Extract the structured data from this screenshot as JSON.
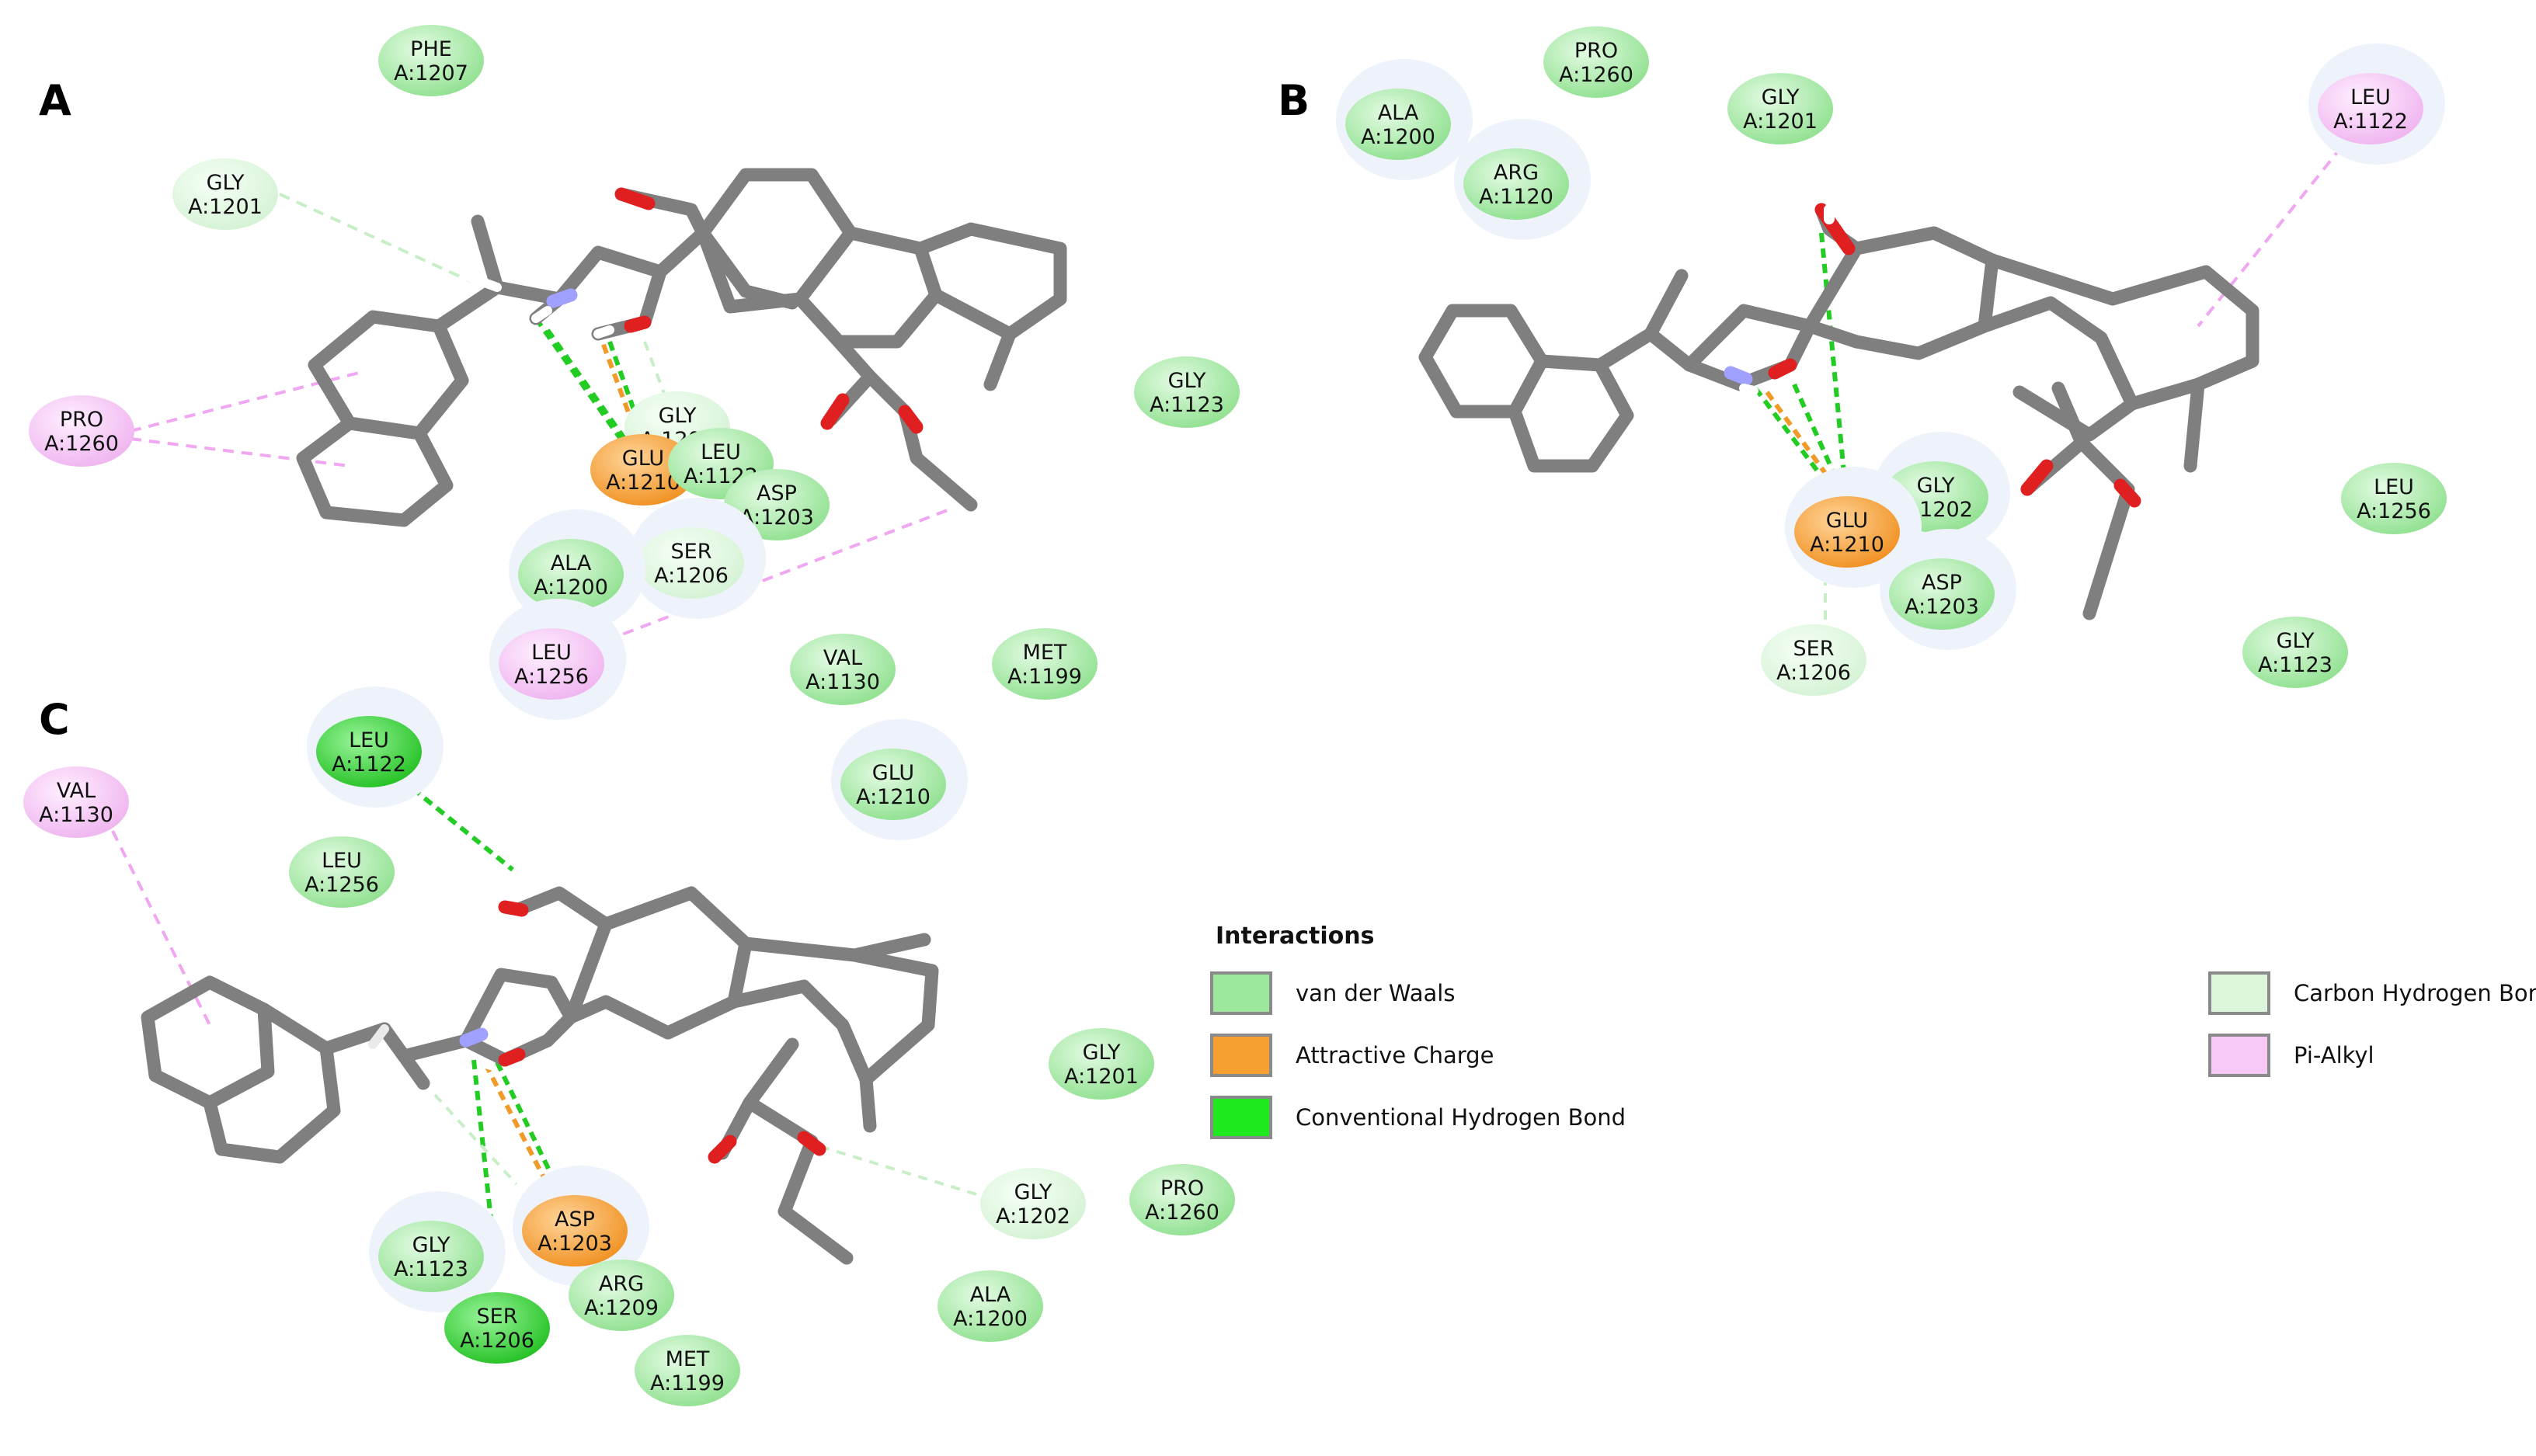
{
  "panels": [
    {
      "id": "A",
      "label": "A",
      "residues": [
        {
          "name": "PHE",
          "num": "A:1207",
          "type": "vdw"
        },
        {
          "name": "GLY",
          "num": "A:1201",
          "type": "chb"
        },
        {
          "name": "PRO",
          "num": "A:1260",
          "type": "pialkyl"
        },
        {
          "name": "GLY",
          "num": "A:1202",
          "type": "chb"
        },
        {
          "name": "GLU",
          "num": "A:1210",
          "type": "charge"
        },
        {
          "name": "LEU",
          "num": "A:1122",
          "type": "vdw"
        },
        {
          "name": "ASP",
          "num": "A:1203",
          "type": "vdw"
        },
        {
          "name": "SER",
          "num": "A:1206",
          "type": "chb"
        },
        {
          "name": "ALA",
          "num": "A:1200",
          "type": "vdw"
        },
        {
          "name": "LEU",
          "num": "A:1256",
          "type": "pialkyl"
        },
        {
          "name": "VAL",
          "num": "A:1130",
          "type": "vdw"
        },
        {
          "name": "MET",
          "num": "A:1199",
          "type": "vdw"
        },
        {
          "name": "GLY",
          "num": "A:1123",
          "type": "vdw"
        }
      ]
    },
    {
      "id": "B",
      "label": "B",
      "residues": [
        {
          "name": "PRO",
          "num": "A:1260",
          "type": "vdw"
        },
        {
          "name": "ALA",
          "num": "A:1200",
          "type": "vdw"
        },
        {
          "name": "GLY",
          "num": "A:1201",
          "type": "vdw"
        },
        {
          "name": "ARG",
          "num": "A:1120",
          "type": "vdw"
        },
        {
          "name": "LEU",
          "num": "A:1122",
          "type": "pialkyl"
        },
        {
          "name": "GLY",
          "num": "A:1202",
          "type": "vdw"
        },
        {
          "name": "GLU",
          "num": "A:1210",
          "type": "charge"
        },
        {
          "name": "ASP",
          "num": "A:1203",
          "type": "vdw"
        },
        {
          "name": "SER",
          "num": "A:1206",
          "type": "chb"
        },
        {
          "name": "LEU",
          "num": "A:1256",
          "type": "vdw"
        },
        {
          "name": "GLY",
          "num": "A:1123",
          "type": "vdw"
        }
      ]
    },
    {
      "id": "C",
      "label": "C",
      "residues": [
        {
          "name": "VAL",
          "num": "A:1130",
          "type": "pialkyl"
        },
        {
          "name": "LEU",
          "num": "A:1122",
          "type": "hbond"
        },
        {
          "name": "GLU",
          "num": "A:1210",
          "type": "vdw"
        },
        {
          "name": "LEU",
          "num": "A:1256",
          "type": "vdw"
        },
        {
          "name": "GLY",
          "num": "A:1201",
          "type": "vdw"
        },
        {
          "name": "GLY",
          "num": "A:1202",
          "type": "chb"
        },
        {
          "name": "PRO",
          "num": "A:1260",
          "type": "vdw"
        },
        {
          "name": "GLY",
          "num": "A:1123",
          "type": "vdw"
        },
        {
          "name": "ASP",
          "num": "A:1203",
          "type": "charge"
        },
        {
          "name": "SER",
          "num": "A:1206",
          "type": "hbond"
        },
        {
          "name": "ARG",
          "num": "A:1209",
          "type": "vdw"
        },
        {
          "name": "MET",
          "num": "A:1199",
          "type": "vdw"
        },
        {
          "name": "ALA",
          "num": "A:1200",
          "type": "vdw"
        }
      ]
    }
  ],
  "legend": {
    "title": "Interactions",
    "items": [
      {
        "key": "vdw",
        "label": "van der Waals"
      },
      {
        "key": "charge",
        "label": "Attractive Charge"
      },
      {
        "key": "hbond",
        "label": "Conventional Hydrogen Bond"
      },
      {
        "key": "chb",
        "label": "Carbon Hydrogen Bond"
      },
      {
        "key": "pialkyl",
        "label": "Pi-Alkyl"
      }
    ]
  },
  "colors": {
    "vdw": "#9ee89e",
    "charge": "#f5a030",
    "hbond": "#3cd33c",
    "chb": "#dcf6dc",
    "pialkyl": "#f6c9f6",
    "bond": "#7f7f7f",
    "oxygen": "#e02020",
    "nitrogen": "#a0a0ff"
  }
}
